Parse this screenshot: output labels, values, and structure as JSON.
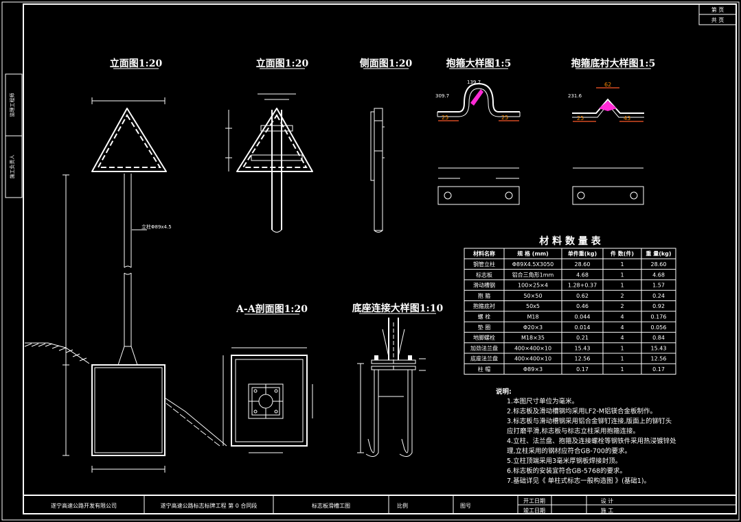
{
  "frame": {
    "side_labels": [
      "监理工程师",
      "施工负责人"
    ],
    "corner": [
      "第 页",
      "共 页"
    ]
  },
  "views": {
    "elev1_title": "立面图1:20",
    "elev2_title": "立面图1:20",
    "side_title": "侧面图1:20",
    "hoop_title": "抱箍大样图1:5",
    "hooppad_title": "抱箍底衬大样图1:5",
    "aa_title": "A-A剖面图1:20",
    "base_title": "底座连接大样图1:10",
    "post_label": "立柱Φ89x4.5",
    "hoop_dims": {
      "r": "139.7",
      "w": "309.7",
      "a": "25",
      "b": "25"
    },
    "hooppad_dims": {
      "top": "62",
      "w": "231.6",
      "a": "25",
      "b": "43"
    }
  },
  "table": {
    "title": "材 料 数 量 表",
    "headers": [
      "材料名称",
      "规 格 (mm)",
      "单件重(kg)",
      "件 数(件)",
      "重 量(kg)"
    ],
    "rows": [
      [
        "钢管立柱",
        "Φ89X4.5X3050",
        "28.60",
        "1",
        "28.60"
      ],
      [
        "标志板",
        "铝合三角形1mm",
        "4.68",
        "1",
        "4.68"
      ],
      [
        "滑动槽钢",
        "100×25×4",
        "1.28+0.37",
        "1",
        "1.57"
      ],
      [
        "抱 箍",
        "50×50",
        "0.62",
        "2",
        "0.24"
      ],
      [
        "抱箍底衬",
        "50x5",
        "0.46",
        "2",
        "0.92"
      ],
      [
        "螺 栓",
        "M18",
        "0.044",
        "4",
        "0.176"
      ],
      [
        "垫 圈",
        "Φ20×3",
        "0.014",
        "4",
        "0.056"
      ],
      [
        "地脚螺栓",
        "M18×35",
        "0.21",
        "4",
        "0.84"
      ],
      [
        "加劲法兰盘",
        "400×400×10",
        "15.43",
        "1",
        "15.43"
      ],
      [
        "底座法兰盘",
        "400×400×10",
        "12.56",
        "1",
        "12.56"
      ],
      [
        "柱 帽",
        "Φ89×3",
        "0.17",
        "1",
        "0.17"
      ]
    ]
  },
  "notes": {
    "title": "说明:",
    "items": [
      "1.本图尺寸单位为毫米。",
      "2.标志板及滑动槽钢均采用LF2-M铝镁合金板制作。",
      "3.标志板与滑动槽钢采用铝合金铆钉连接,版面上的铆钉头",
      "  应打磨平滑,标志板与标志立柱采用抱箍连接。",
      "4.立柱、法兰盘、抱箍及连接螺栓等钢铁件采用热浸镀锌处",
      "  理,立柱采用的钢材应符合GB-700的要求。",
      "5.立柱顶端采用3毫米厚钢板焊接封顶。",
      "6.标志板的安装宜符合GB-5768的要求。",
      "7.基础详见《 单柱式标志一般构造图 》(基础1)。"
    ]
  },
  "title_block": {
    "company": "遂宁高速公路开发有限公司",
    "project": "遂宁高速公路标志标牌工程   第 0   合同段",
    "drawing": "标志板滑槽工图",
    "scale_label": "比例",
    "fig_label": "图号",
    "start_date": "开工日期",
    "finish_date": "竣工日期",
    "design": "设 计",
    "construct": "施 工"
  }
}
